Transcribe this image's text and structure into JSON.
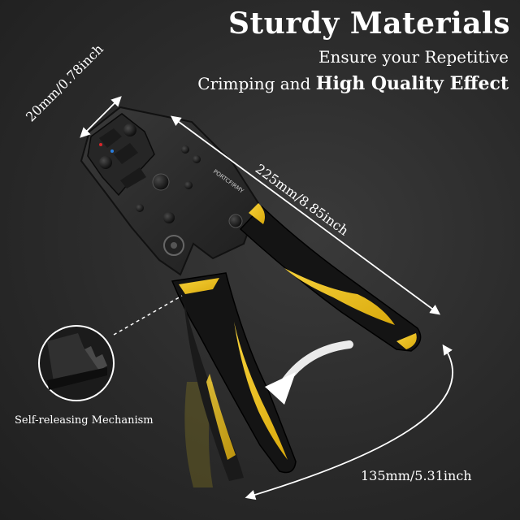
{
  "header": {
    "title": "Sturdy Materials",
    "subtitle_line1": "Ensure your Repetitive",
    "subtitle_line2_prefix": "Crimping and ",
    "subtitle_line2_emphasis": "High Quality Effect"
  },
  "dimensions": {
    "jaw_width": "20mm/0.78inch",
    "total_length": "225mm/8.85inch",
    "handle_span": "135mm/5.31inch"
  },
  "callout": {
    "caption": "Self-releasing Mechanism"
  },
  "product": {
    "brand_text": "PORTCFIRMY",
    "body_color": "#2b2b2b",
    "handle_black": "#111111",
    "handle_yellow": "#f2c316",
    "accent_red": "#d9262a",
    "accent_blue": "#2a7fe0"
  }
}
